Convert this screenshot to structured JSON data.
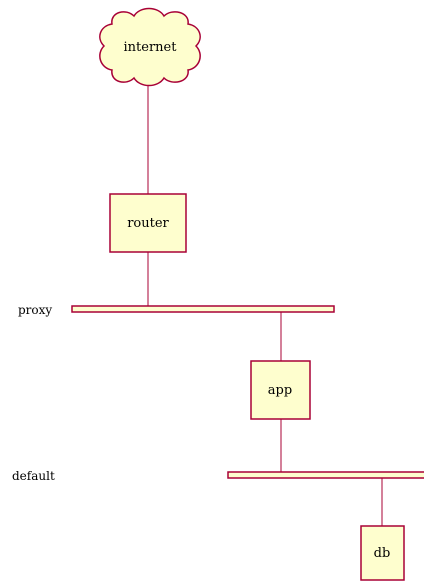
{
  "colors": {
    "node_fill": "#FEFECE",
    "stroke": "#A80036",
    "text": "#000000",
    "background": "#FFFFFF"
  },
  "nodes": {
    "internet": {
      "label": "internet",
      "shape": "cloud"
    },
    "router": {
      "label": "router",
      "shape": "box"
    },
    "app": {
      "label": "app",
      "shape": "box"
    },
    "db": {
      "label": "db",
      "shape": "box"
    }
  },
  "networks": {
    "proxy": {
      "label": "proxy"
    },
    "default": {
      "label": "default"
    }
  }
}
